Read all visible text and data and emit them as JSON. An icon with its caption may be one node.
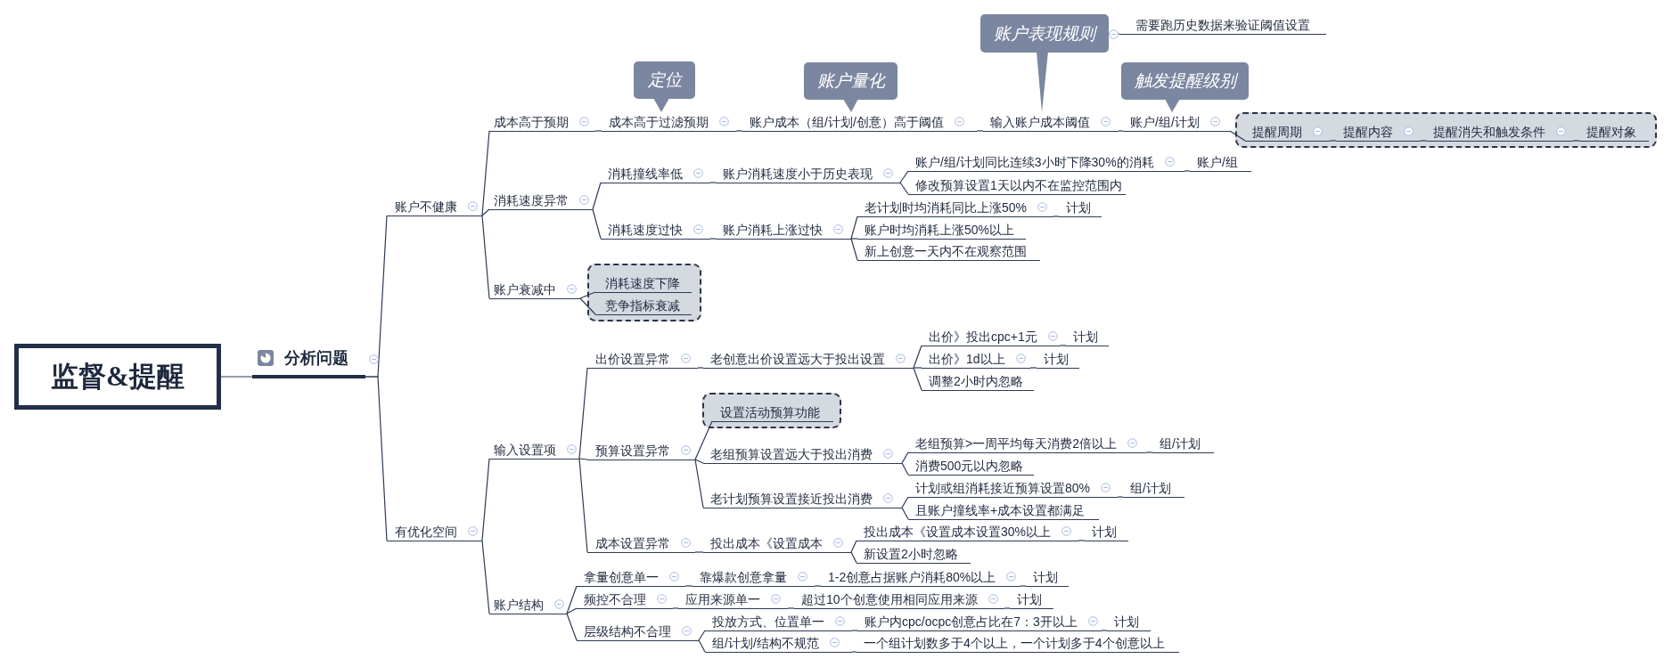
{
  "diagram": {
    "nodes": [
      {
        "text": [
          "监督&提醒"
        ]
      },
      {
        "text": [
          "分析问题"
        ]
      },
      {
        "text": [
          "账户不健康"
        ]
      },
      {
        "text": [
          "成本高于预期"
        ]
      },
      {
        "text": [
          "成本高于过滤预期"
        ]
      },
      {
        "text": [
          "定位"
        ]
      },
      {
        "text": [
          "账户成本（组/计划/创意）高于阈值"
        ]
      },
      {
        "text": [
          "账户量化"
        ]
      },
      {
        "text": [
          "输入账户成本阈值"
        ]
      },
      {
        "text": [
          "账户表现规则"
        ]
      },
      {
        "text": [
          "需要跑历史数据来验证阈值设置"
        ]
      },
      {
        "text": [
          "账户/组/计划"
        ]
      },
      {
        "text": [
          "触发提醒级别"
        ]
      },
      {
        "text": [],
        "shape": "box"
      },
      {
        "text": [
          "提醒周期"
        ],
        "in": 13
      },
      {
        "text": [
          "提醒内容"
        ],
        "in": 13
      },
      {
        "text": [
          "提醒消失和触发条件"
        ],
        "in": 13
      },
      {
        "text": [
          "提醒对象"
        ],
        "in": 13
      },
      {
        "text": [
          "消耗速度异常"
        ]
      },
      {
        "text": [
          "消耗撞线率低"
        ]
      },
      {
        "text": [
          "账户消耗速度小于历史表现"
        ]
      },
      {
        "text": [
          "账户/组/计划同比连续3小时下降30%的消耗"
        ]
      },
      {
        "text": [
          "账户/组"
        ]
      },
      {
        "text": [
          "修改预算设置1天以内不在监控范围内"
        ]
      },
      {
        "text": [
          "消耗速度过快"
        ]
      },
      {
        "text": [
          "账户消耗上涨过快"
        ]
      },
      {
        "text": [
          "老计划时均消耗同比上涨50%"
        ]
      },
      {
        "text": [
          "计划"
        ]
      },
      {
        "text": [
          "账户时均消耗上涨50%以上"
        ]
      },
      {
        "text": [
          "新上创意一天内不在观察范围"
        ]
      },
      {
        "text": [
          "账户衰减中"
        ]
      },
      {
        "text": [],
        "shape": "box"
      },
      {
        "text": [
          "消耗速度下降"
        ],
        "in": 31
      },
      {
        "text": [
          "竞争指标衰减"
        ],
        "in": 31
      },
      {
        "text": [
          "有优化空间"
        ]
      },
      {
        "text": [
          "输入设置项"
        ]
      },
      {
        "text": [
          "出价设置异常"
        ]
      },
      {
        "text": [
          "老创意出价设置远大于投出设置"
        ]
      },
      {
        "text": [
          "出价》投出cpc+1元"
        ]
      },
      {
        "text": [
          "计划"
        ]
      },
      {
        "text": [
          "出价》1d以上"
        ]
      },
      {
        "text": [
          "计划"
        ]
      },
      {
        "text": [
          "调整2小时内忽略"
        ]
      },
      {
        "text": [
          "预算设置异常"
        ]
      },
      {
        "text": [],
        "shape": "box"
      },
      {
        "text": [
          "设置活动预算功能"
        ],
        "in": 44
      },
      {
        "text": [
          "老组预算设置远大于投出消费"
        ]
      },
      {
        "text": [
          "老组预算>一周平均每天消费2倍以上"
        ]
      },
      {
        "text": [
          "组/计划"
        ]
      },
      {
        "text": [
          "消费500元以内忽略"
        ]
      },
      {
        "text": [
          "老计划预算设置接近投出消费"
        ]
      },
      {
        "text": [
          "计划或组消耗接近预算设置80%"
        ]
      },
      {
        "text": [
          "组/计划"
        ]
      },
      {
        "text": [
          "且账户撞线率+成本设置都满足"
        ]
      },
      {
        "text": [
          "成本设置异常"
        ]
      },
      {
        "text": [
          "投出成本《设置成本"
        ]
      },
      {
        "text": [
          "投出成本《设置成本设置30%以上"
        ]
      },
      {
        "text": [
          "计划"
        ]
      },
      {
        "text": [
          "新设置2小时忽略"
        ]
      },
      {
        "text": [
          "账户结构"
        ]
      },
      {
        "text": [
          "拿量创意单一"
        ]
      },
      {
        "text": [
          "靠爆款创意拿量"
        ]
      },
      {
        "text": [
          "1-2创意占据账户消耗80%以上"
        ]
      },
      {
        "text": [
          "计划"
        ]
      },
      {
        "text": [
          "频控不合理"
        ]
      },
      {
        "text": [
          "应用来源单一"
        ]
      },
      {
        "text": [
          "超过10个创意使用相同应用来源"
        ]
      },
      {
        "text": [
          "计划"
        ]
      },
      {
        "text": [
          "层级结构不合理"
        ]
      },
      {
        "text": [
          "投放方式、位置单一"
        ]
      },
      {
        "text": [
          "账户内cpc/ocpc创意占比在7：3开以上"
        ]
      },
      {
        "text": [
          "计划"
        ]
      },
      {
        "text": [
          "组/计划/结构不规范"
        ]
      },
      {
        "text": [
          "一个组计划数多于4个以上，一个计划多于4个创意以上"
        ]
      }
    ],
    "edges": [
      {
        "from": 0,
        "to": 1,
        "arrow": "none"
      },
      {
        "from": 1,
        "to": 2,
        "arrow": "none"
      },
      {
        "from": 2,
        "to": 3,
        "arrow": "none"
      },
      {
        "from": 3,
        "to": 4,
        "arrow": "none"
      },
      {
        "from": 5,
        "to": 4,
        "arrow": "to"
      },
      {
        "from": 4,
        "to": 6,
        "arrow": "none"
      },
      {
        "from": 7,
        "to": 6,
        "arrow": "to"
      },
      {
        "from": 6,
        "to": 8,
        "arrow": "none"
      },
      {
        "from": 9,
        "to": 8,
        "arrow": "to"
      },
      {
        "from": 9,
        "to": 10,
        "arrow": "none"
      },
      {
        "from": 8,
        "to": 11,
        "arrow": "none"
      },
      {
        "from": 12,
        "to": 11,
        "arrow": "to"
      },
      {
        "from": 11,
        "to": 14,
        "arrow": "none"
      },
      {
        "from": 14,
        "to": 15,
        "arrow": "none"
      },
      {
        "from": 15,
        "to": 16,
        "arrow": "none"
      },
      {
        "from": 16,
        "to": 17,
        "arrow": "none"
      },
      {
        "from": 2,
        "to": 18,
        "arrow": "none"
      },
      {
        "from": 18,
        "to": 19,
        "arrow": "none"
      },
      {
        "from": 19,
        "to": 20,
        "arrow": "none"
      },
      {
        "from": 20,
        "to": 21,
        "arrow": "none"
      },
      {
        "from": 21,
        "to": 22,
        "arrow": "none"
      },
      {
        "from": 20,
        "to": 23,
        "arrow": "none"
      },
      {
        "from": 18,
        "to": 24,
        "arrow": "none"
      },
      {
        "from": 24,
        "to": 25,
        "arrow": "none"
      },
      {
        "from": 25,
        "to": 26,
        "arrow": "none"
      },
      {
        "from": 26,
        "to": 27,
        "arrow": "none"
      },
      {
        "from": 25,
        "to": 28,
        "arrow": "none"
      },
      {
        "from": 25,
        "to": 29,
        "arrow": "none"
      },
      {
        "from": 2,
        "to": 30,
        "arrow": "none"
      },
      {
        "from": 30,
        "to": 32,
        "arrow": "none"
      },
      {
        "from": 30,
        "to": 33,
        "arrow": "none"
      },
      {
        "from": 1,
        "to": 34,
        "arrow": "none"
      },
      {
        "from": 34,
        "to": 35,
        "arrow": "none"
      },
      {
        "from": 35,
        "to": 36,
        "arrow": "none"
      },
      {
        "from": 36,
        "to": 37,
        "arrow": "none"
      },
      {
        "from": 37,
        "to": 38,
        "arrow": "none"
      },
      {
        "from": 38,
        "to": 39,
        "arrow": "none"
      },
      {
        "from": 37,
        "to": 40,
        "arrow": "none"
      },
      {
        "from": 40,
        "to": 41,
        "arrow": "none"
      },
      {
        "from": 37,
        "to": 42,
        "arrow": "none"
      },
      {
        "from": 35,
        "to": 43,
        "arrow": "none"
      },
      {
        "from": 43,
        "to": 45,
        "arrow": "none"
      },
      {
        "from": 43,
        "to": 46,
        "arrow": "none"
      },
      {
        "from": 46,
        "to": 47,
        "arrow": "none"
      },
      {
        "from": 47,
        "to": 48,
        "arrow": "none"
      },
      {
        "from": 46,
        "to": 49,
        "arrow": "none"
      },
      {
        "from": 43,
        "to": 50,
        "arrow": "none"
      },
      {
        "from": 50,
        "to": 51,
        "arrow": "none"
      },
      {
        "from": 51,
        "to": 52,
        "arrow": "none"
      },
      {
        "from": 50,
        "to": 53,
        "arrow": "none"
      },
      {
        "from": 35,
        "to": 54,
        "arrow": "none"
      },
      {
        "from": 54,
        "to": 55,
        "arrow": "none"
      },
      {
        "from": 55,
        "to": 56,
        "arrow": "none"
      },
      {
        "from": 56,
        "to": 57,
        "arrow": "none"
      },
      {
        "from": 55,
        "to": 58,
        "arrow": "none"
      },
      {
        "from": 34,
        "to": 59,
        "arrow": "none"
      },
      {
        "from": 59,
        "to": 60,
        "arrow": "none"
      },
      {
        "from": 60,
        "to": 61,
        "arrow": "none"
      },
      {
        "from": 61,
        "to": 62,
        "arrow": "none"
      },
      {
        "from": 62,
        "to": 63,
        "arrow": "none"
      },
      {
        "from": 59,
        "to": 64,
        "arrow": "none"
      },
      {
        "from": 64,
        "to": 65,
        "arrow": "none"
      },
      {
        "from": 65,
        "to": 66,
        "arrow": "none"
      },
      {
        "from": 66,
        "to": 67,
        "arrow": "none"
      },
      {
        "from": 59,
        "to": 68,
        "arrow": "none"
      },
      {
        "from": 68,
        "to": 69,
        "arrow": "none"
      },
      {
        "from": 69,
        "to": 70,
        "arrow": "none"
      },
      {
        "from": 70,
        "to": 71,
        "arrow": "none"
      },
      {
        "from": 68,
        "to": 72,
        "arrow": "none"
      },
      {
        "from": 72,
        "to": 73,
        "arrow": "none"
      }
    ]
  }
}
